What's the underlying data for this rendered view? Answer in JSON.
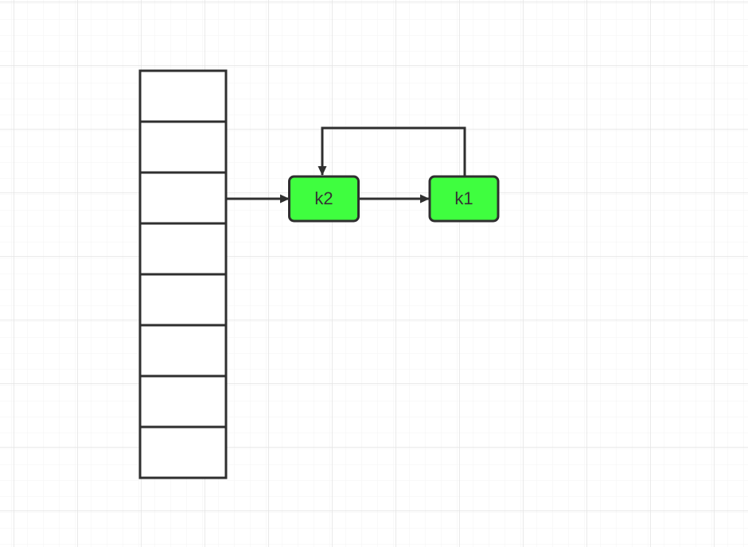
{
  "colors": {
    "background": "#ffffff",
    "grid_minor": "#f3f3f3",
    "grid_major": "#e3e3e3",
    "stroke": "#2f2f2f",
    "node_fill": "#3ffe3f",
    "slot_fill": "#ffffff"
  },
  "hash_table": {
    "slot_count": 8
  },
  "nodes": [
    {
      "id": "k2",
      "label": "k2"
    },
    {
      "id": "k1",
      "label": "k1"
    }
  ],
  "edges": [
    {
      "from": "table-slot-3",
      "to": "k2"
    },
    {
      "from": "k2",
      "to": "k1"
    },
    {
      "from": "k1",
      "to": "k2"
    }
  ]
}
